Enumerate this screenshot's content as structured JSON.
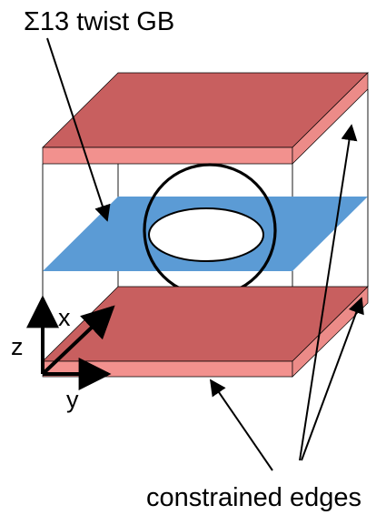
{
  "labels": {
    "grain_boundary": "Σ13 twist GB",
    "constrained": "constrained edges",
    "axis_x": "x",
    "axis_y": "y",
    "axis_z": "z"
  },
  "colors": {
    "slab_top": "#c85f5f",
    "slab_front": "#f2918e",
    "slab_side": "#ec8b88",
    "plane": "#5b9bd5",
    "outline": "#000000"
  }
}
